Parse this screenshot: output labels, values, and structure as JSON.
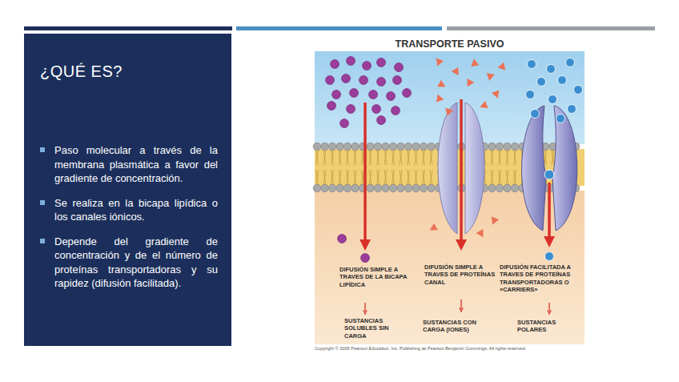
{
  "diagram": {
    "title": "TRANSPORTE PASIVO",
    "caption": "Copyright © 2005 Pearson Education, Inc. Publishing as Pearson Benjamin Cummings. All rights reserved.",
    "nodes": [
      {
        "text": [
          "¿QUÉ ES?",
          "Paso molecular a través de la membrana plasmática a favor del gradiente de concentración.",
          "Se realiza en la bicapa lipídica o los canales iónicos.",
          "Depende del gradiente de concentración y de el número de proteínas transportadoras y su rapidez (difusión facilitada)."
        ]
      }
    ],
    "labels": [
      "DIFUSIÓN SIMPLE A TRAVES DE LA BICAPA LIPÍDICA",
      "DIFUSIÓN SIMPLE A TRAVES DE PROTEÍNAS CANAL",
      "DIFUSIÓN FACILITADA A TRAVES DE PROTEÍNAS TRANSPORTADORAS O «CARRIERS»",
      "SUSTANCIAS SOLUBLES SIN CARGA",
      "SUSTANCIAS CON CARGA (IONES)",
      "SUSTANCIAS POLARES"
    ]
  }
}
